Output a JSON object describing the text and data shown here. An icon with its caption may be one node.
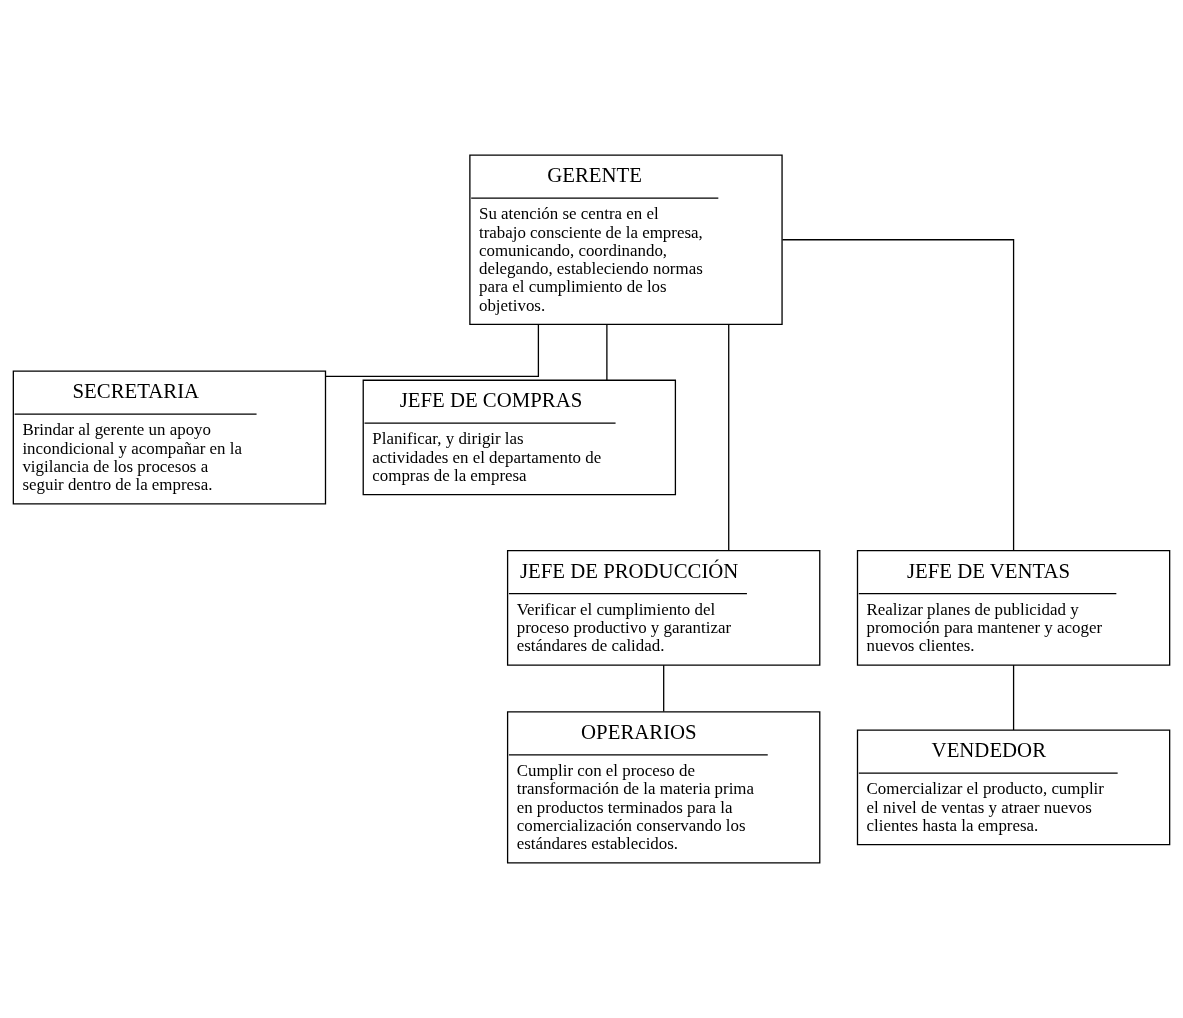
{
  "diagram": {
    "nodes": [
      {
        "text": [
          "GERENTE",
          "Su atención se centra en el trabajo consciente de la empresa, comunicando, coordinando, delegando, estableciendo normas para el cumplimiento de los objetivos."
        ]
      },
      {
        "text": [
          "SECRETARIA",
          "Brindar al gerente un apoyo incondicional y acompañar en la vigilancia de los procesos a seguir dentro de la empresa."
        ]
      },
      {
        "text": [
          "JEFE DE COMPRAS",
          "Planificar, y dirigir las actividades en el departamento de compras de la empresa"
        ]
      },
      {
        "text": [
          "JEFE DE PRODUCCIÓN",
          "Verificar el cumplimiento del proceso productivo y garantizar estándares de calidad."
        ]
      },
      {
        "text": [
          "JEFE DE VENTAS",
          "Realizar planes de publicidad y promoción para mantener y acoger nuevos clientes."
        ]
      },
      {
        "text": [
          "OPERARIOS",
          "Cumplir con el proceso de transformación de la materia prima en productos terminados para la comercialización conservando los estándares establecidos."
        ]
      },
      {
        "text": [
          "VENDEDOR",
          "Comercializar el producto, cumplir el nivel de ventas y atraer nuevos clientes hasta la empresa."
        ]
      }
    ],
    "edges": [
      {
        "from": 0,
        "to": 1,
        "arrow": "none"
      },
      {
        "from": 0,
        "to": 2,
        "arrow": "none"
      },
      {
        "from": 0,
        "to": 3,
        "arrow": "none"
      },
      {
        "from": 0,
        "to": 4,
        "arrow": "none"
      },
      {
        "from": 3,
        "to": 5,
        "arrow": "none"
      },
      {
        "from": 4,
        "to": 6,
        "arrow": "none"
      }
    ]
  }
}
